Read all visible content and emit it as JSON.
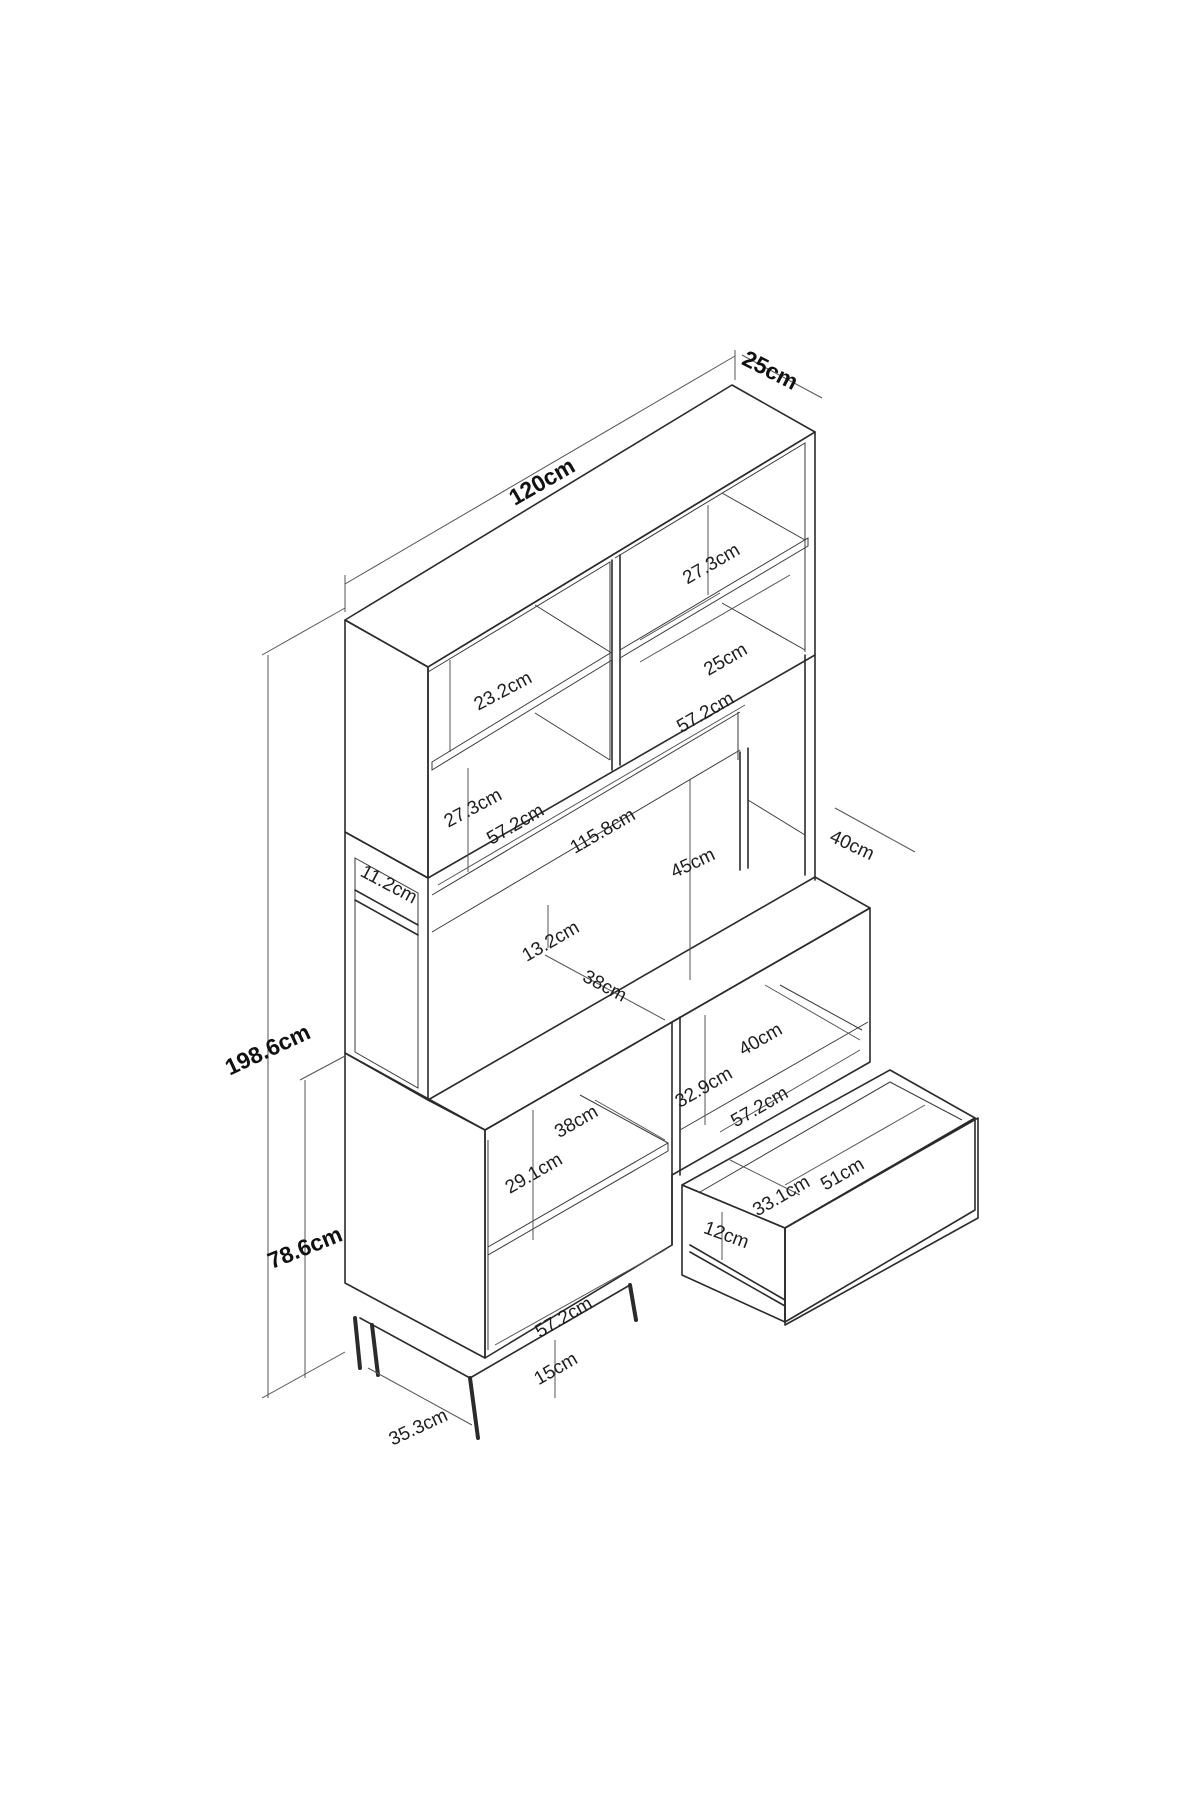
{
  "colors": {
    "line": "#2b2b2b",
    "dimension": "#555555",
    "text": "#1e1e1e",
    "background": "#ffffff"
  },
  "labels": {
    "width_total": "120cm",
    "depth_top": "25cm",
    "height_total": "198.6cm",
    "height_base": "78.6cm",
    "top_right_shelf_height": "27.3cm",
    "top_left_shelf_height": "23.2cm",
    "top_right_depth": "25cm",
    "top_right_width": "57.2cm",
    "top_left_lower_height": "27.3cm",
    "top_left_width": "57.2cm",
    "hutch_inner_width": "115.8cm",
    "middle_height": "45cm",
    "side_depth": "40cm",
    "side_shelf_height": "11.2cm",
    "back_gap_height": "13.2cm",
    "counter_depth": "38cm",
    "right_cabinet_depth": "40cm",
    "right_cabinet_height": "32.9cm",
    "right_cabinet_width": "57.2cm",
    "left_cabinet_depth": "38cm",
    "left_cabinet_height": "29.1cm",
    "left_cabinet_width": "57.2cm",
    "drawer_inner_width": "33.1cm",
    "drawer_depth": "51cm",
    "drawer_height": "12cm",
    "leg_height": "15cm",
    "leg_depth": "35.3cm"
  }
}
